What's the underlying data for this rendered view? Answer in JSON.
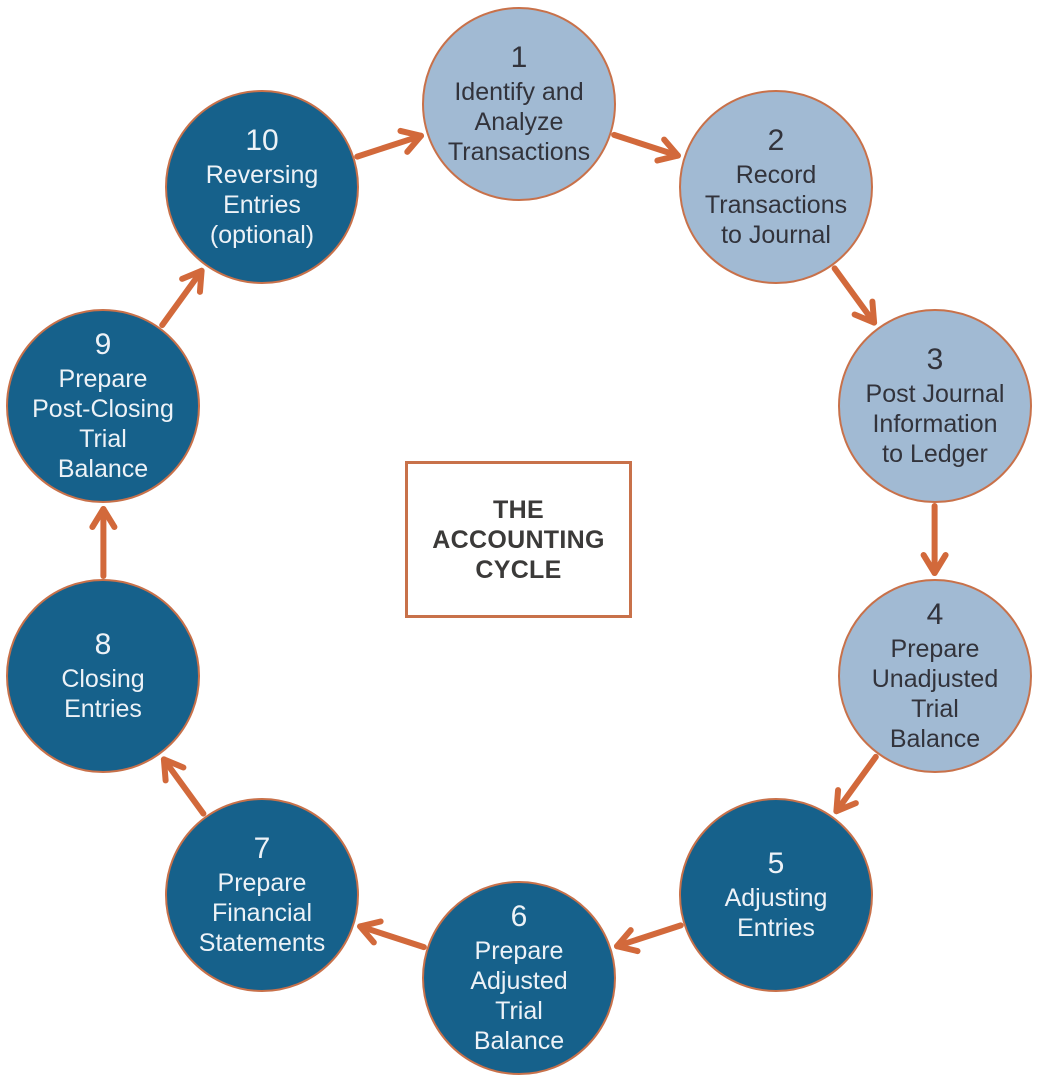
{
  "diagram": {
    "title": "THE\nACCOUNTING\nCYCLE",
    "steps": [
      {
        "number": "1",
        "label": "Identify and\nAnalyze\nTransactions",
        "variant": "light"
      },
      {
        "number": "2",
        "label": "Record\nTransactions\nto Journal",
        "variant": "light"
      },
      {
        "number": "3",
        "label": "Post Journal\nInformation\nto Ledger",
        "variant": "light"
      },
      {
        "number": "4",
        "label": "Prepare\nUnadjusted\nTrial\nBalance",
        "variant": "light"
      },
      {
        "number": "5",
        "label": "Adjusting\nEntries",
        "variant": "dark"
      },
      {
        "number": "6",
        "label": "Prepare\nAdjusted\nTrial\nBalance",
        "variant": "dark"
      },
      {
        "number": "7",
        "label": "Prepare\nFinancial\nStatements",
        "variant": "dark"
      },
      {
        "number": "8",
        "label": "Closing\nEntries",
        "variant": "dark"
      },
      {
        "number": "9",
        "label": "Prepare\nPost-Closing\nTrial\nBalance",
        "variant": "dark"
      },
      {
        "number": "10",
        "label": "Reversing\nEntries\n(optional)",
        "variant": "dark"
      }
    ],
    "colors": {
      "light_circle_fill": "#a1bad3",
      "dark_circle_fill": "#16618b",
      "circle_border": "#c8714a",
      "arrow": "#d2693b",
      "light_text": "#32333b",
      "dark_text": "#edf2f7",
      "title_text": "#3b3a39",
      "background": "#ffffff"
    }
  }
}
